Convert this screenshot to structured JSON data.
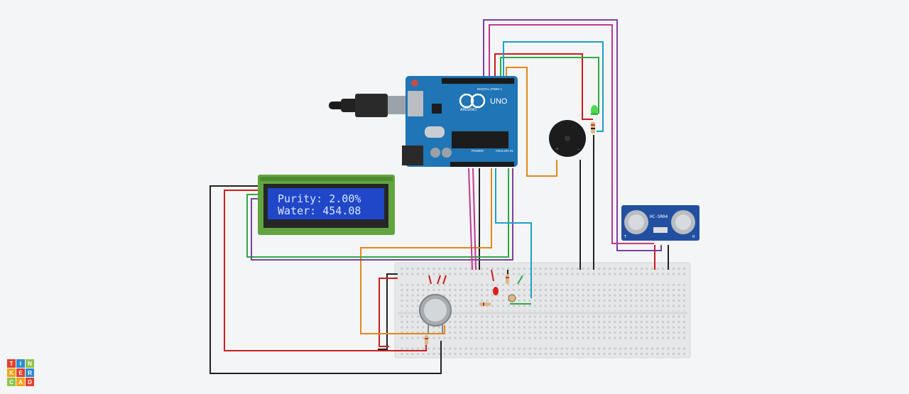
{
  "lcd": {
    "line1": "Purity: 2.00%",
    "line2": "Water: 454.08"
  },
  "arduino": {
    "brand": "ARDUINO",
    "model": "UNO",
    "digital_label": "DIGITAL (PWM~)",
    "power_label": "POWER",
    "analog_label": "ANALOG IN"
  },
  "ultrasonic": {
    "model": "HC-SR04",
    "left_mark": "T",
    "right_mark": "R"
  },
  "logo": {
    "letters": [
      "T",
      "I",
      "N",
      "K",
      "E",
      "R",
      "C",
      "A",
      "D"
    ]
  },
  "colors": {
    "bg": "#f4f5f6",
    "arduino": "#1f75b5",
    "lcd_board": "#62a43f",
    "lcd_screen": "#1f47c7",
    "lcd_text": "#dbe5ff",
    "sensor_board": "#234fa1",
    "wire_red": "#c81d1d",
    "wire_black": "#222222",
    "wire_orange": "#e3871b",
    "wire_green": "#2eaa45",
    "wire_purple": "#7b3fa0",
    "wire_magenta": "#c0388f",
    "wire_cyan": "#1ea0c8"
  }
}
